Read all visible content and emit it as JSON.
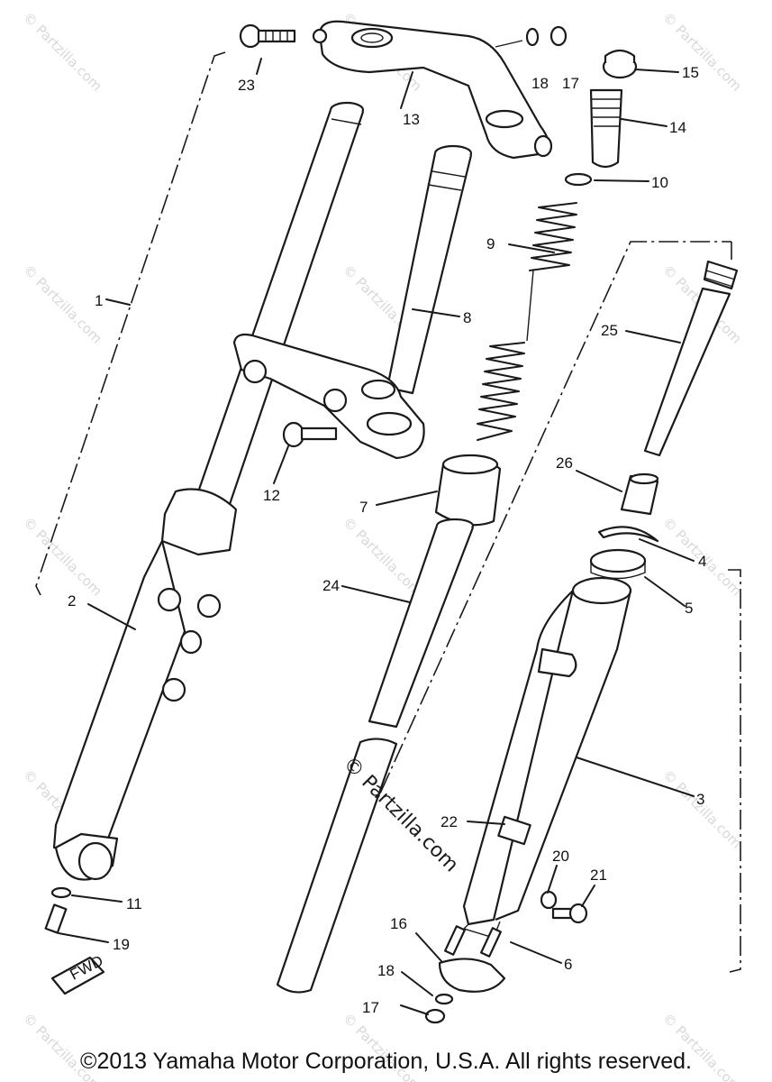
{
  "watermark_text": "© Partzilla.com",
  "copyright": "©2013 Yamaha Motor Corporation, U.S.A. All rights reserved.",
  "fwd_label": "FWD",
  "labels": [
    "1",
    "2",
    "3",
    "4",
    "5",
    "6",
    "7",
    "8",
    "9",
    "10",
    "11",
    "12",
    "13",
    "14",
    "15",
    "16",
    "17",
    "17",
    "18",
    "18",
    "19",
    "20",
    "21",
    "22",
    "23",
    "24",
    "25",
    "26"
  ]
}
